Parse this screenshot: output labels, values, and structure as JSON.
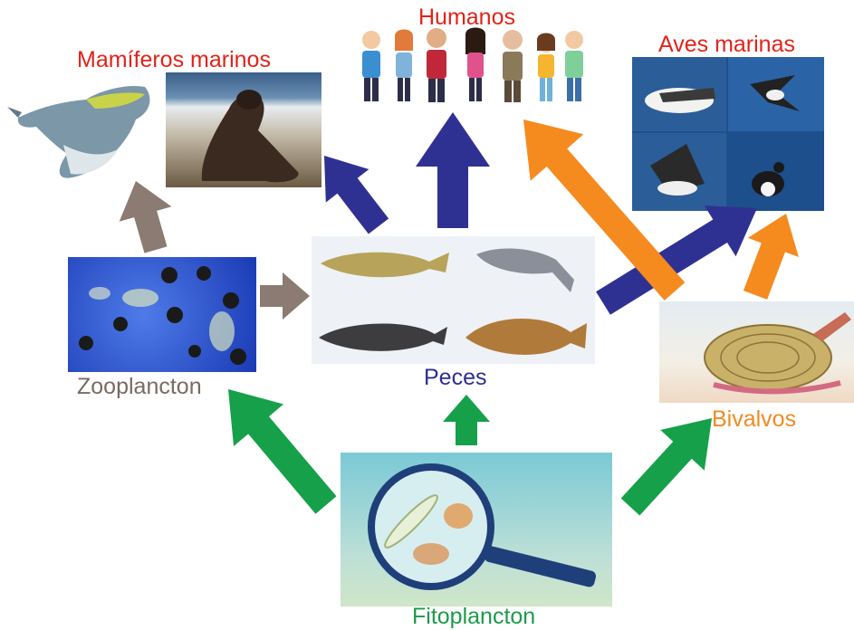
{
  "labels": {
    "humanos": "Humanos",
    "mamiferos": "Mamíferos marinos",
    "aves": "Aves marinas",
    "peces": "Peces",
    "zooplancton": "Zooplancton",
    "bivalvos": "Bivalvos",
    "fitoplancton": "Fitoplancton"
  },
  "colors": {
    "red_label": "#e2231a",
    "blue_label": "#2e2f8f",
    "gray_label": "#7a6a62",
    "orange_label": "#f28a23",
    "green_label": "#1c9a4a",
    "arrow_green": "#16a04a",
    "arrow_blue": "#2f3192",
    "arrow_gray": "#8b7b72",
    "arrow_orange": "#f58a1f"
  },
  "arrows": [
    {
      "name": "arrow-fito-to-zoo",
      "color": "arrow_green"
    },
    {
      "name": "arrow-fito-to-peces",
      "color": "arrow_green"
    },
    {
      "name": "arrow-fito-to-bivalvos",
      "color": "arrow_green"
    },
    {
      "name": "arrow-zoo-to-mamiferos",
      "color": "arrow_gray"
    },
    {
      "name": "arrow-zoo-to-peces",
      "color": "arrow_gray"
    },
    {
      "name": "arrow-peces-to-mamiferos",
      "color": "arrow_blue"
    },
    {
      "name": "arrow-peces-to-humanos",
      "color": "arrow_blue"
    },
    {
      "name": "arrow-peces-to-aves",
      "color": "arrow_blue"
    },
    {
      "name": "arrow-bivalvos-to-humanos",
      "color": "arrow_orange"
    },
    {
      "name": "arrow-bivalvos-to-aves",
      "color": "arrow_orange"
    }
  ]
}
